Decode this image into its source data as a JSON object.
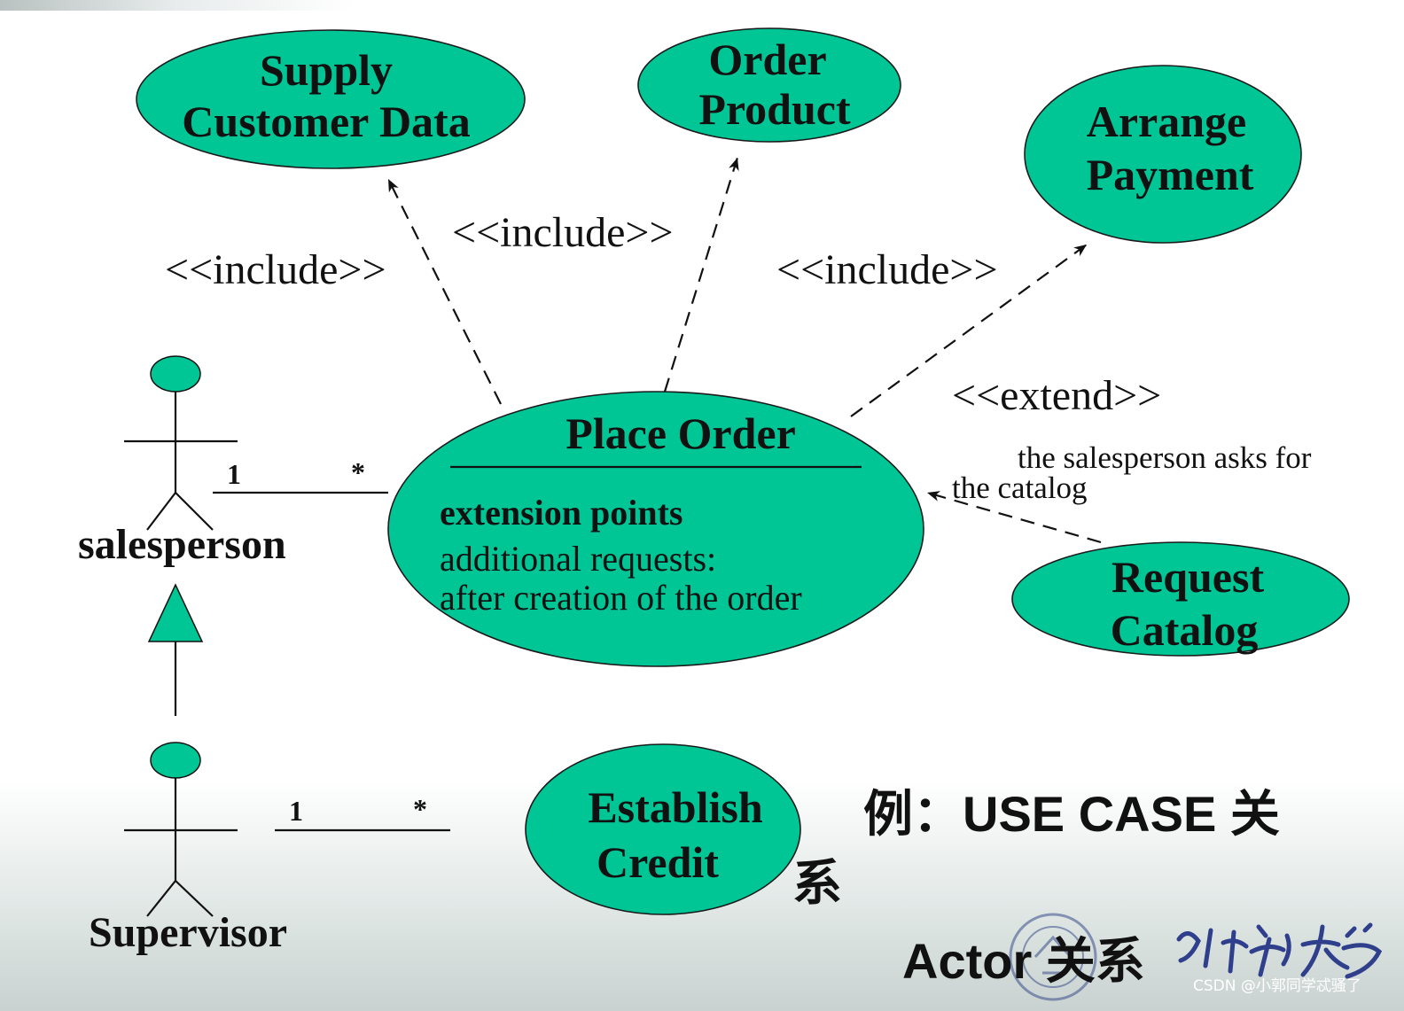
{
  "use_cases": {
    "supply_customer_data": [
      "Supply",
      "Customer Data"
    ],
    "order_product": [
      "Order",
      "Product"
    ],
    "arrange_payment": [
      "Arrange",
      "Payment"
    ],
    "place_order": {
      "title": "Place Order",
      "extension_header": "extension points",
      "extension_lines": [
        "additional requests:",
        "after creation of the order"
      ]
    },
    "request_catalog": [
      "Request",
      "Catalog"
    ],
    "establish_credit": [
      "Establish",
      "Credit"
    ]
  },
  "relations": {
    "include_label": "<<include>>",
    "extend_label": "<<extend>>",
    "extend_condition": [
      "the salesperson asks for",
      "the catalog"
    ]
  },
  "actors": {
    "salesperson": {
      "name": "salesperson",
      "mult_actor": "1",
      "mult_usecase": "*"
    },
    "supervisor": {
      "name": "Supervisor",
      "mult_actor": "1",
      "mult_usecase": "*"
    }
  },
  "caption": {
    "line1": "例：USE CASE 关",
    "line1_wrap": "系",
    "line2": "Actor 关系"
  },
  "logo_text": "北京大学",
  "watermark": "CSDN @小郭同学忒骚了",
  "colors": {
    "use_case_fill": "#00c696",
    "stroke": "#111111"
  }
}
